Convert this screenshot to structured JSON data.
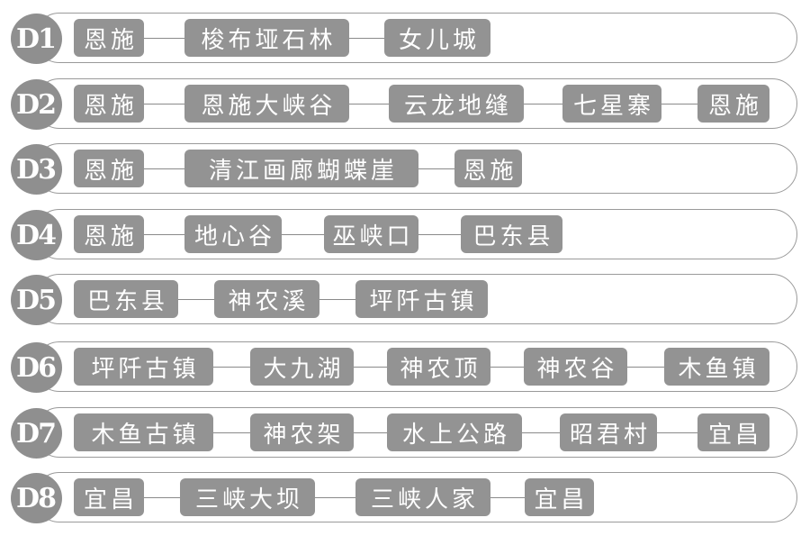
{
  "days": [
    {
      "label": "D1",
      "stops": [
        "恩施",
        "梭布垭石林",
        "女儿城"
      ]
    },
    {
      "label": "D2",
      "stops": [
        "恩施",
        "恩施大峡谷",
        "云龙地缝",
        "七星寨",
        "恩施"
      ]
    },
    {
      "label": "D3",
      "stops": [
        "恩施",
        "清江画廊蝴蝶崖",
        "恩施"
      ]
    },
    {
      "label": "D4",
      "stops": [
        "恩施",
        "地心谷",
        "巫峡口",
        "巴东县"
      ]
    },
    {
      "label": "D5",
      "stops": [
        "巴东县",
        "神农溪",
        "坪阡古镇"
      ]
    },
    {
      "label": "D6",
      "stops": [
        "坪阡古镇",
        "大九湖",
        "神农顶",
        "神农谷",
        "木鱼镇"
      ]
    },
    {
      "label": "D7",
      "stops": [
        "木鱼古镇",
        "神农架",
        "水上公路",
        "昭君村",
        "宜昌"
      ]
    },
    {
      "label": "D8",
      "stops": [
        "宜昌",
        "三峡大坝",
        "三峡人家",
        "宜昌"
      ]
    }
  ],
  "colors": {
    "badge": "#8f8f8f",
    "stop": "#939393",
    "border": "#9a9a9a",
    "line": "#8a8a8a"
  }
}
